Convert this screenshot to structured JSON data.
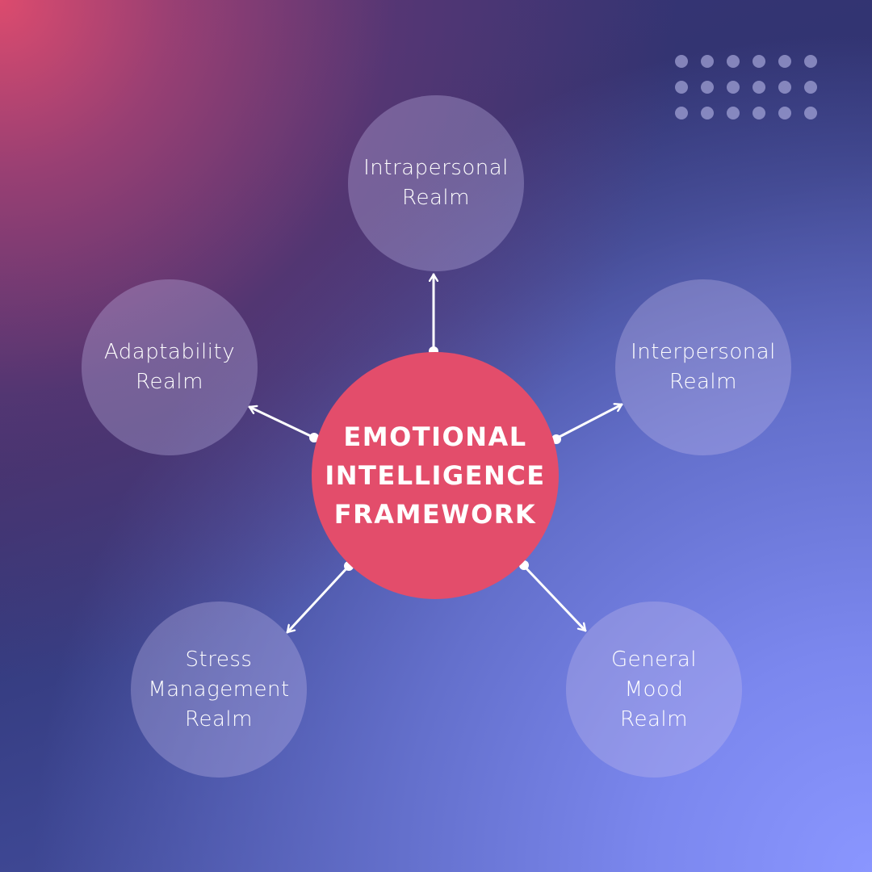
{
  "title": "EMOTIONAL INTELLIGENCE FRAMEWORK",
  "center": {
    "label": "EMOTIONAL\nINTELLIGENCE\nFRAMEWORK",
    "color": "#e34d6b"
  },
  "nodes": [
    {
      "id": "intrapersonal",
      "label": "Intrapersonal\nRealm"
    },
    {
      "id": "interpersonal",
      "label": "Interpersonal\nRealm"
    },
    {
      "id": "general-mood",
      "label": "General\nMood\nRealm"
    },
    {
      "id": "stress-management",
      "label": "Stress\nManagement\nRealm"
    },
    {
      "id": "adaptability",
      "label": "Adaptability\nRealm"
    }
  ],
  "decoration": {
    "dot_grid": {
      "rows": 3,
      "cols": 6,
      "color": "#afafe1"
    }
  },
  "colors": {
    "top_left": "#dc4b6e",
    "bottom_right": "#8a96ff",
    "mid": "#2f3370",
    "arrow": "#ffffff"
  }
}
